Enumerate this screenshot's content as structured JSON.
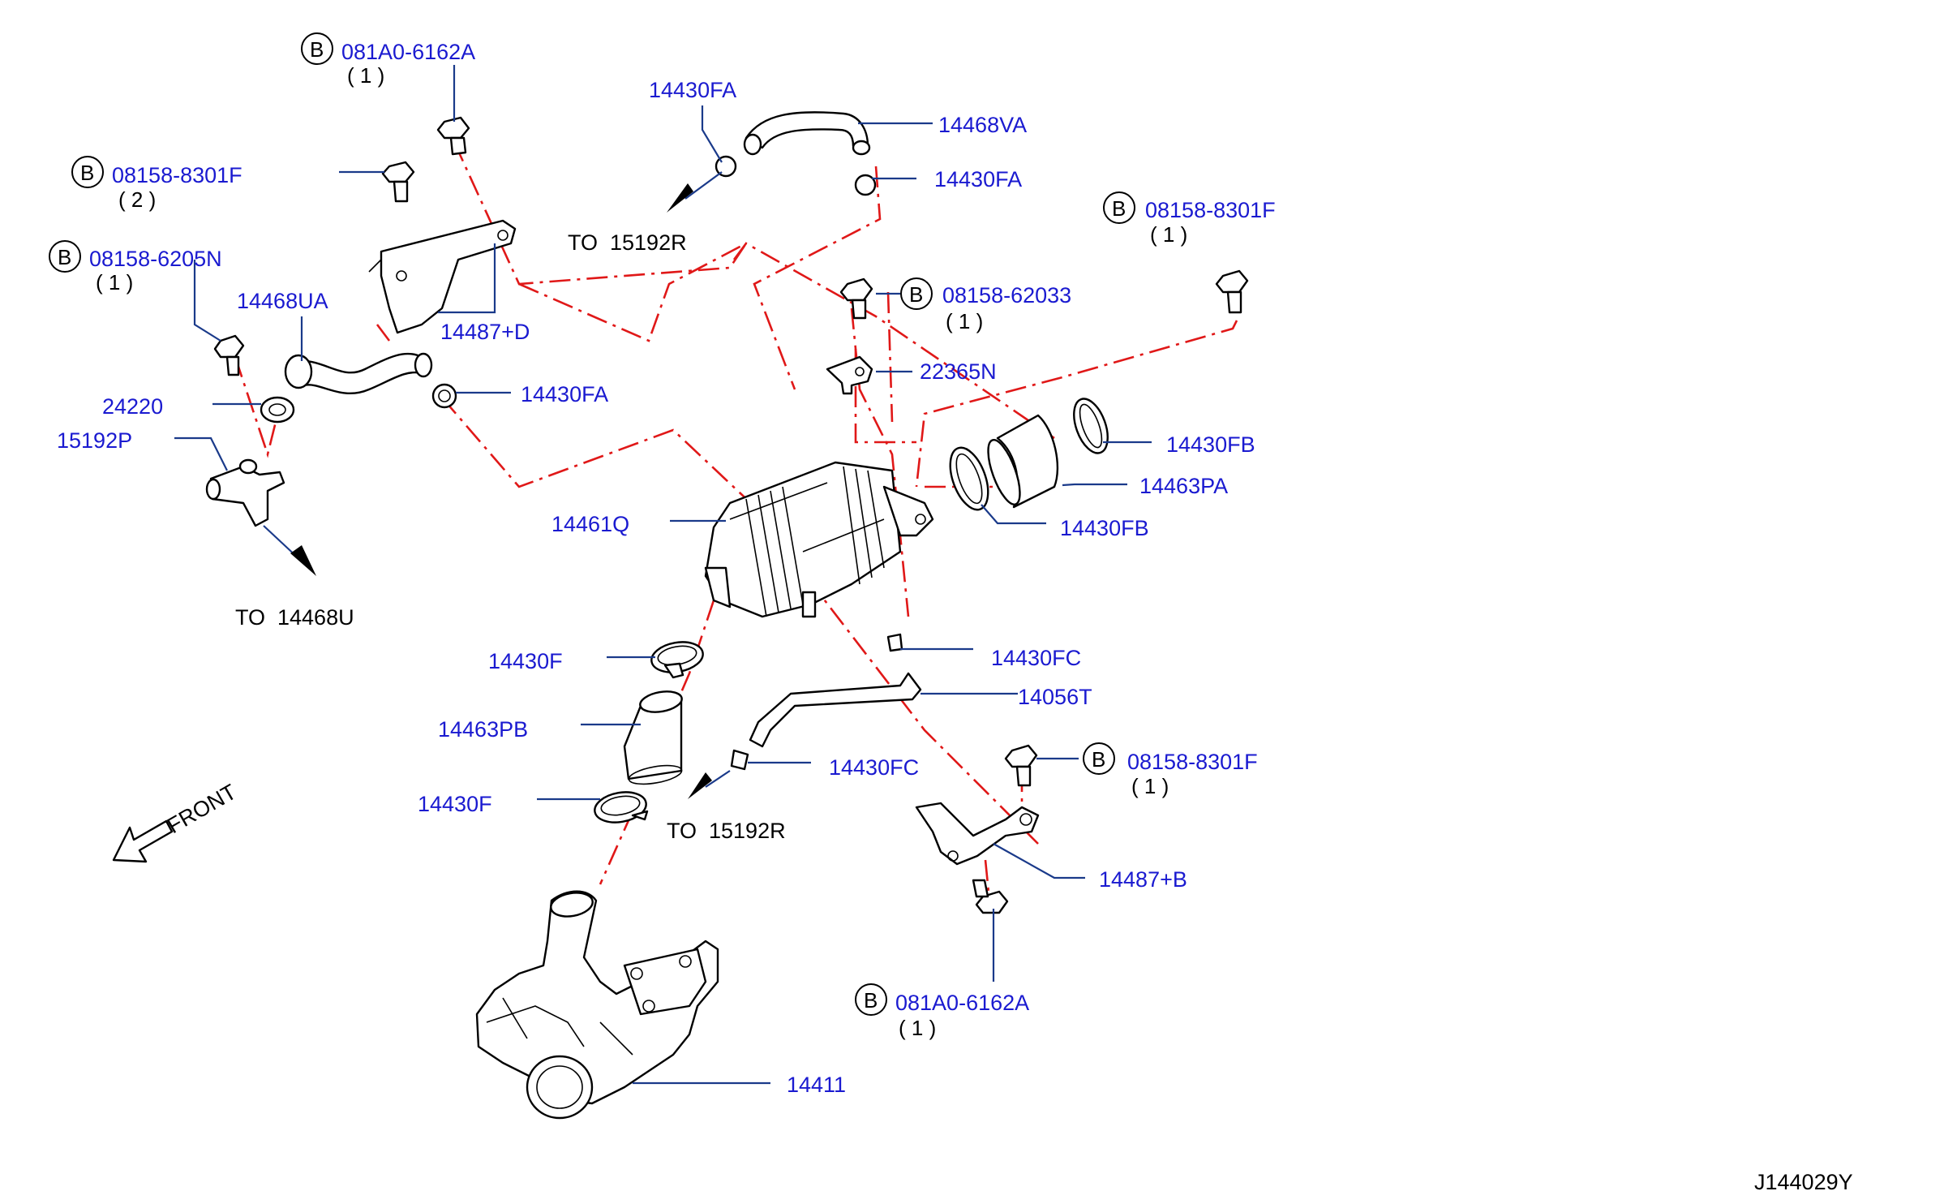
{
  "diagram_id": "J144029Y",
  "bolt_badge": "B",
  "labels": {
    "b081a0_top": "081A0-6162A",
    "b081a0_top_qty": "( 1 )",
    "b08158_2": "08158-8301F",
    "b08158_2_qty": "( 2 )",
    "b08158_6205": "08158-6205N",
    "b08158_6205_qty": "( 1 )",
    "p14468ua": "14468UA",
    "p24220": "24220",
    "p15192p": "15192P",
    "to14468u": "TO  14468U",
    "p14487d": "14487+D",
    "p14430fa_left": "14430FA",
    "p14430fa_top": "14430FA",
    "p14468va": "14468VA",
    "p14430fa_right": "14430FA",
    "to15192r_top": "TO  15192R",
    "b08158_right": "08158-8301F",
    "b08158_right_qty": "( 1 )",
    "b08158_62033": "08158-62033",
    "b08158_62033_qty": "( 1 )",
    "p22365n": "22365N",
    "p14430fb_top": "14430FB",
    "p14463pa": "14463PA",
    "p14430fb_bot": "14430FB",
    "p14461q": "14461Q",
    "p14430fc_top": "14430FC",
    "p14056t": "14056T",
    "p14430f_top": "14430F",
    "p14463pb": "14463PB",
    "p14430fc_bot": "14430FC",
    "p14430f_bot": "14430F",
    "to15192r_bot": "TO  15192R",
    "b08158_lower": "08158-8301F",
    "b08158_lower_qty": "( 1 )",
    "p14487b": "14487+B",
    "b081a0_bot": "081A0-6162A",
    "b081a0_bot_qty": "( 1 )",
    "p14411": "14411",
    "front": "FRONT"
  },
  "colors": {
    "label": "#1a1ad0",
    "leader": "#1a3a8a",
    "dashed_line": "#e01818",
    "part_outline": "#000000"
  }
}
